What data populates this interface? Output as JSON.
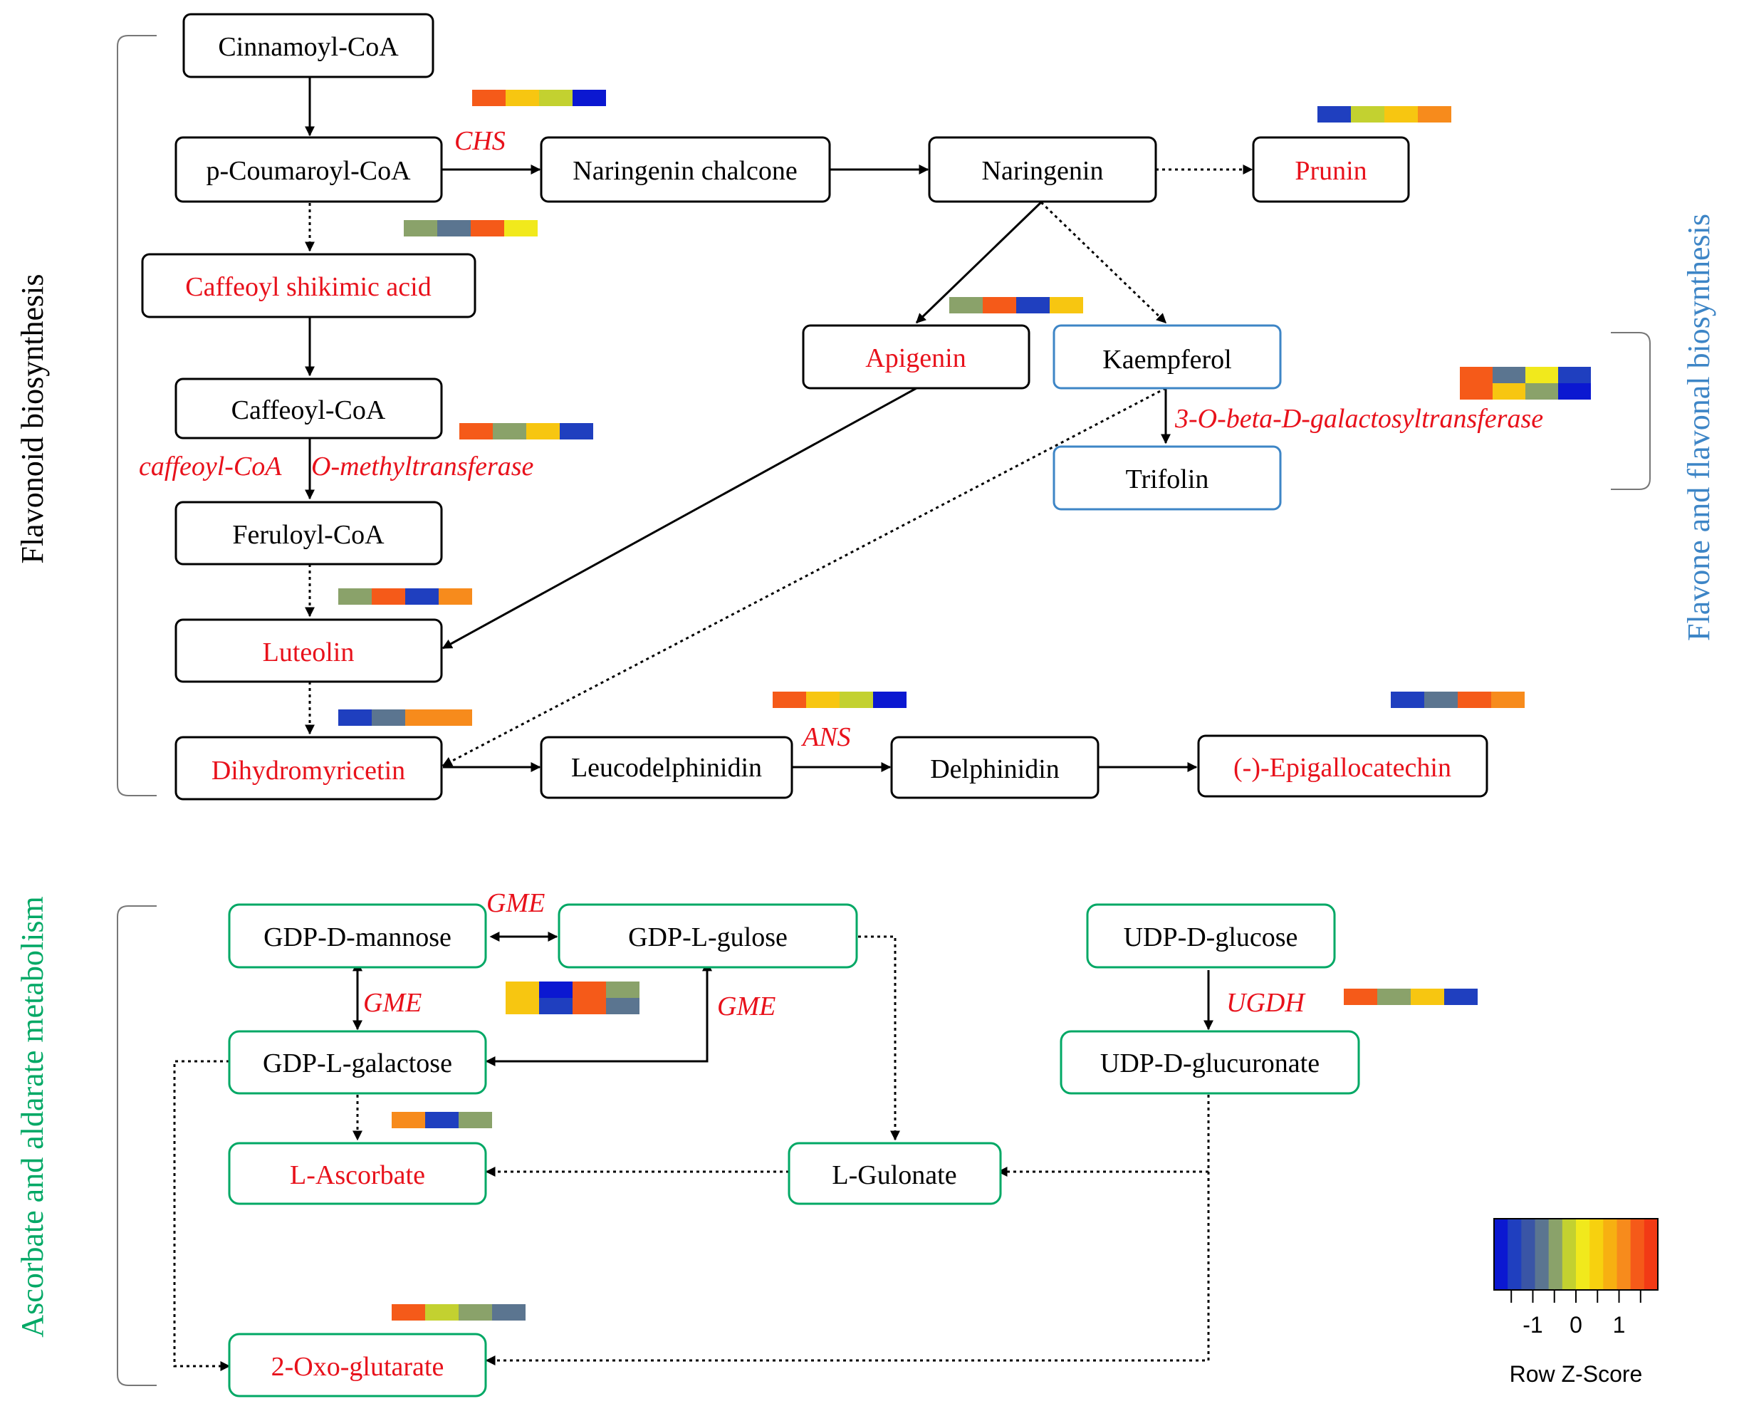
{
  "colors": {
    "black": "#000000",
    "red": "#e8111b",
    "blue": "#3d85c6",
    "green": "#00a865",
    "heat": {
      "dark_blue": "#0b18d1",
      "blue": "#1f3fbf",
      "slate": "#5b7590",
      "olive": "#8aa26a",
      "lime": "#c3d130",
      "yellow": "#f1e91c",
      "gold": "#f7c611",
      "orange": "#f78b1c",
      "red_orange": "#f55a19",
      "red": "#f23a15"
    }
  },
  "sections": {
    "flavonoid": "Flavonoid biosynthesis",
    "flavone": "Flavone and flavonal biosynthesis",
    "ascorbate": "Ascorbate and aldarate metabolism"
  },
  "nodes": {
    "cinnamoyl_coa": "Cinnamoyl-CoA",
    "p_coumaroyl_coa": "p-Coumaroyl-CoA",
    "naringenin_chalcone": "Naringenin chalcone",
    "naringenin": "Naringenin",
    "prunin": "Prunin",
    "caffeoyl_shikimic_acid": "Caffeoyl shikimic acid",
    "apigenin": "Apigenin",
    "kaempferol": "Kaempferol",
    "caffeoyl_coa": "Caffeoyl-CoA",
    "trifolin": "Trifolin",
    "feruloyl_coa": "Feruloyl-CoA",
    "luteolin": "Luteolin",
    "dihydromyricetin": "Dihydromyricetin",
    "leucodelphinidin": "Leucodelphinidin",
    "delphinidin": "Delphinidin",
    "epigallocatechin": "(-)-Epigallocatechin",
    "gdp_d_mannose": "GDP-D-mannose",
    "gdp_l_gulose": "GDP-L-gulose",
    "udp_d_glucose": "UDP-D-glucose",
    "gdp_l_galactose": "GDP-L-galactose",
    "udp_d_glucuronate": "UDP-D-glucuronate",
    "l_ascorbate": "L-Ascorbate",
    "l_gulonate": "L-Gulonate",
    "oxo_glutarate": "2-Oxo-glutarate"
  },
  "enzymes": {
    "chs": "CHS",
    "ccoaomt_part1": "caffeoyl-CoA",
    "ccoaomt_part2": "O-methyltransferase",
    "galactosyltransferase": "3-O-beta-D-galactosyltransferase",
    "ans": "ANS",
    "gme_top": "GME",
    "gme_left": "GME",
    "gme_right": "GME",
    "ugdh": "UGDH"
  },
  "heatmaps": {
    "chs": [
      "red_orange",
      "gold",
      "lime",
      "dark_blue"
    ],
    "prunin": [
      "blue",
      "lime",
      "gold",
      "orange"
    ],
    "caffeoyl_shikimic": [
      "olive",
      "slate",
      "red_orange",
      "yellow"
    ],
    "apigenin": [
      "olive",
      "red_orange",
      "blue",
      "gold"
    ],
    "galactosyltransferase": {
      "row1": [
        "red_orange",
        "slate",
        "yellow",
        "blue"
      ],
      "row2": [
        "red_orange",
        "gold",
        "olive",
        "dark_blue"
      ]
    },
    "ccoaomt": [
      "red_orange",
      "olive",
      "gold",
      "blue"
    ],
    "luteolin": [
      "olive",
      "red_orange",
      "blue",
      "orange"
    ],
    "dihydromyricetin": [
      "blue",
      "slate",
      "orange",
      "orange"
    ],
    "ans": [
      "red_orange",
      "gold",
      "lime",
      "dark_blue"
    ],
    "epigallocatechin": [
      "blue",
      "slate",
      "red_orange",
      "orange"
    ],
    "gme": {
      "row1": [
        "gold",
        "dark_blue",
        "red_orange",
        "olive"
      ],
      "row2": [
        "gold",
        "blue",
        "red_orange",
        "slate"
      ]
    },
    "ugdh": [
      "red_orange",
      "olive",
      "gold",
      "blue"
    ],
    "ascorbate": [
      "orange",
      "blue",
      "olive"
    ],
    "oxo_glutarate": [
      "red_orange",
      "lime",
      "olive",
      "slate"
    ]
  },
  "legend": {
    "title": "Row Z-Score",
    "ticks": [
      "-1",
      "0",
      "1"
    ],
    "tick_values": [
      -1,
      0,
      1
    ],
    "range": [
      -1.9,
      1.9
    ],
    "gradient": [
      "#0b18d1",
      "#1f3fbf",
      "#3a55a6",
      "#5b7590",
      "#8aa26a",
      "#c3d130",
      "#f1e91c",
      "#f7d10f",
      "#f7b011",
      "#f78b1c",
      "#f55a19",
      "#f23a15"
    ]
  }
}
